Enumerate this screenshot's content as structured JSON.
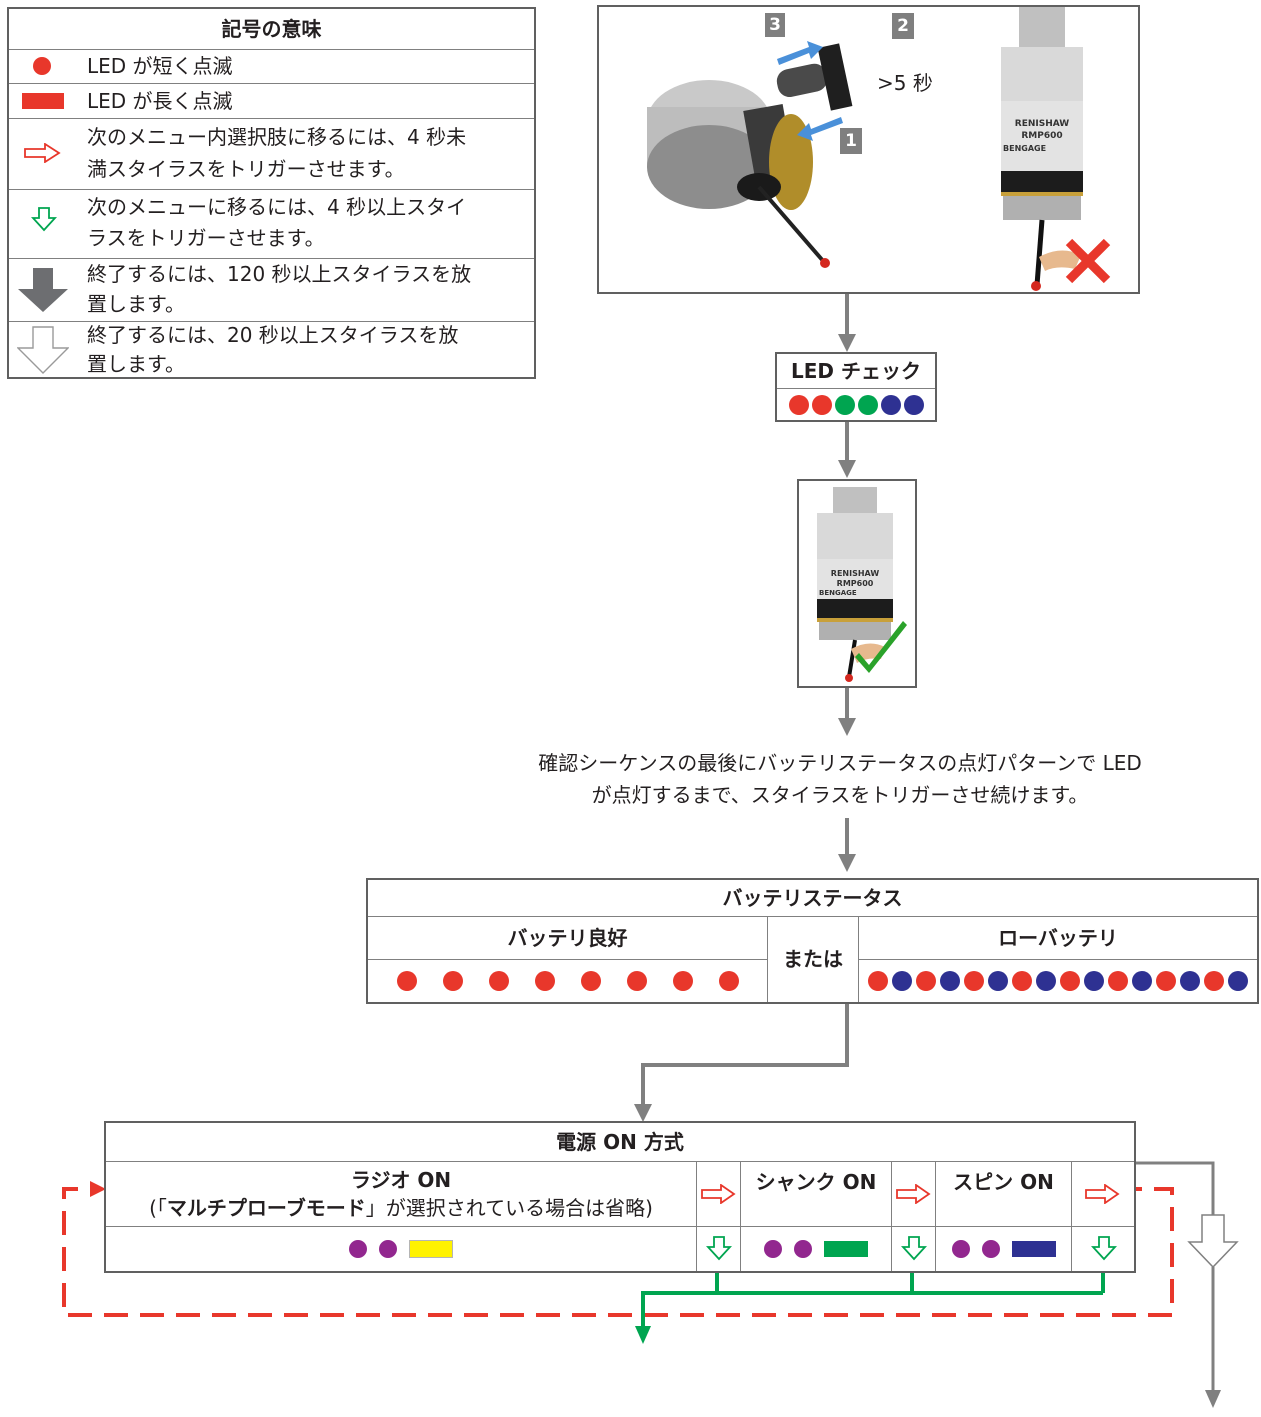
{
  "colors": {
    "red": "#e8372b",
    "green": "#00a550",
    "blue": "#2e3192",
    "purple": "#92278f",
    "yellow": "#fff200",
    "gray": "#808080",
    "border": "#606060"
  },
  "legend": {
    "title": "記号の意味",
    "rows": [
      {
        "icon": "red-dot-icon",
        "text": "LED が短く点滅"
      },
      {
        "icon": "red-bar-icon",
        "text": "LED が長く点滅"
      },
      {
        "icon": "red-outline-arrow-right-icon",
        "text": "次のメニュー内選択肢に移るには、4 秒未満スタイラスをトリガーさせます。",
        "lines": [
          "次のメニュー内選択肢に移るには、4 秒未",
          "満スタイラスをトリガーさせます。"
        ]
      },
      {
        "icon": "green-outline-arrow-down-icon",
        "text": "次のメニューに移るには、4 秒以上スタイラスをトリガーさせます。",
        "lines": [
          "次のメニューに移るには、4 秒以上スタイ",
          "ラスをトリガーさせます。"
        ]
      },
      {
        "icon": "gray-filled-arrow-down-icon",
        "text": "終了するには、120 秒以上スタイラスを放置します。",
        "lines": [
          "終了するには、120 秒以上スタイラスを放",
          "置します。"
        ]
      },
      {
        "icon": "white-outline-arrow-down-icon",
        "text": "終了するには、20 秒以上スタイラスを放置します。",
        "lines": [
          "終了するには、20 秒以上スタイラスを放",
          "置します。"
        ]
      }
    ]
  },
  "battery_insert": {
    "step1": "1",
    "step2": "2",
    "step3": "3",
    "duration": ">5 秒",
    "probe_brand": "RENISHAW",
    "probe_model": "RMP600",
    "probe_tag": "BENGAGE"
  },
  "led_check": {
    "title": "LED チェック",
    "sequence": [
      "red",
      "red",
      "green",
      "green",
      "blue",
      "blue"
    ]
  },
  "instruction": {
    "line1": "確認シーケンスの最後にバッテリステータスの点灯パターンで LED",
    "line2": "が点灯するまで、スタイラスをトリガーさせ続けます。"
  },
  "battery_status": {
    "title": "バッテリステータス",
    "good": {
      "label": "バッテリ良好",
      "pattern": [
        "red",
        "red",
        "red",
        "red",
        "red",
        "red",
        "red",
        "red"
      ]
    },
    "or_label": "または",
    "low": {
      "label": "ローバッテリ",
      "pattern": [
        "red",
        "blue",
        "red",
        "blue",
        "red",
        "blue",
        "red",
        "blue",
        "red",
        "blue",
        "red",
        "blue",
        "red",
        "blue",
        "red",
        "blue"
      ]
    }
  },
  "power_on": {
    "title": "電源 ON 方式",
    "radio": {
      "label": "ラジオ ON",
      "note_prefix": "(「",
      "note_bold": "マルチプローブモード",
      "note_suffix": "」が選択されている場合は省略)"
    },
    "shank": {
      "label": "シャンク ON"
    },
    "spin": {
      "label": "スピン ON"
    },
    "led_radio": [
      "purple",
      "purple",
      "yellow-bar"
    ],
    "led_shank": [
      "purple",
      "purple",
      "green-bar"
    ],
    "led_spin": [
      "purple",
      "purple",
      "blue-bar"
    ]
  }
}
